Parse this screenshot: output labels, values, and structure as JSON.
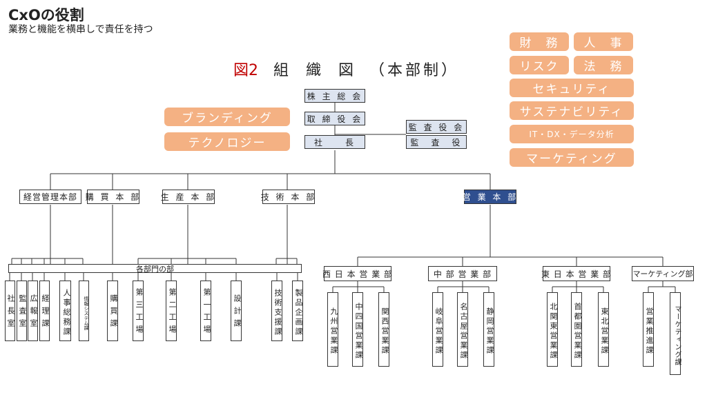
{
  "header": {
    "title": "CxOの役割",
    "subtitle": "業務と機能を横串しで責任を持つ"
  },
  "figure": {
    "number": "図2",
    "main": "組 織 図",
    "suffix": "（本部制）"
  },
  "pills_left": [
    "ブランディング",
    "テクノロジー"
  ],
  "pills_right": {
    "zaimu": "財　務",
    "jinji": "人　事",
    "risk": "リスク",
    "houmu": "法　務",
    "security": "セキュリティ",
    "sustainability": "サステナビリティ",
    "itdx": "IT・DX・データ分析",
    "marketing": "マーケティング"
  },
  "top_boxes": {
    "shareholders": "株 主 総 会",
    "board": "取 締 役 会",
    "president": "社　　長",
    "auditors": "監 査 役 会",
    "auditor": "監　査　役"
  },
  "divisions": [
    "経営管理本部",
    "購 買 本 部",
    "生 産 本 部",
    "技 術 本 部",
    "営 業 本 部"
  ],
  "common_bar": "各部門の部",
  "left_units": [
    "社長室",
    "監査室",
    "広報室",
    "経理課",
    "人事総務課",
    "情報システム課",
    "購買課",
    "第三工場",
    "第二工場",
    "第一工場",
    "設計課",
    "技術支援課",
    "製品企画課"
  ],
  "sales_depts": [
    {
      "name": "西 日 本 営 業 部",
      "sections": [
        "九州営業課",
        "中四国営業課",
        "関西営業課"
      ]
    },
    {
      "name": "中 部 営 業 部",
      "sections": [
        "岐阜営業課",
        "名古屋営業課",
        "静岡営業課"
      ]
    },
    {
      "name": "東 日 本 営 業 部",
      "sections": [
        "北関東営業課",
        "首都圏営業課",
        "東北営業課"
      ]
    },
    {
      "name": "マーケティング部",
      "sections": [
        "営業推進課",
        "マーケティング課"
      ]
    }
  ]
}
